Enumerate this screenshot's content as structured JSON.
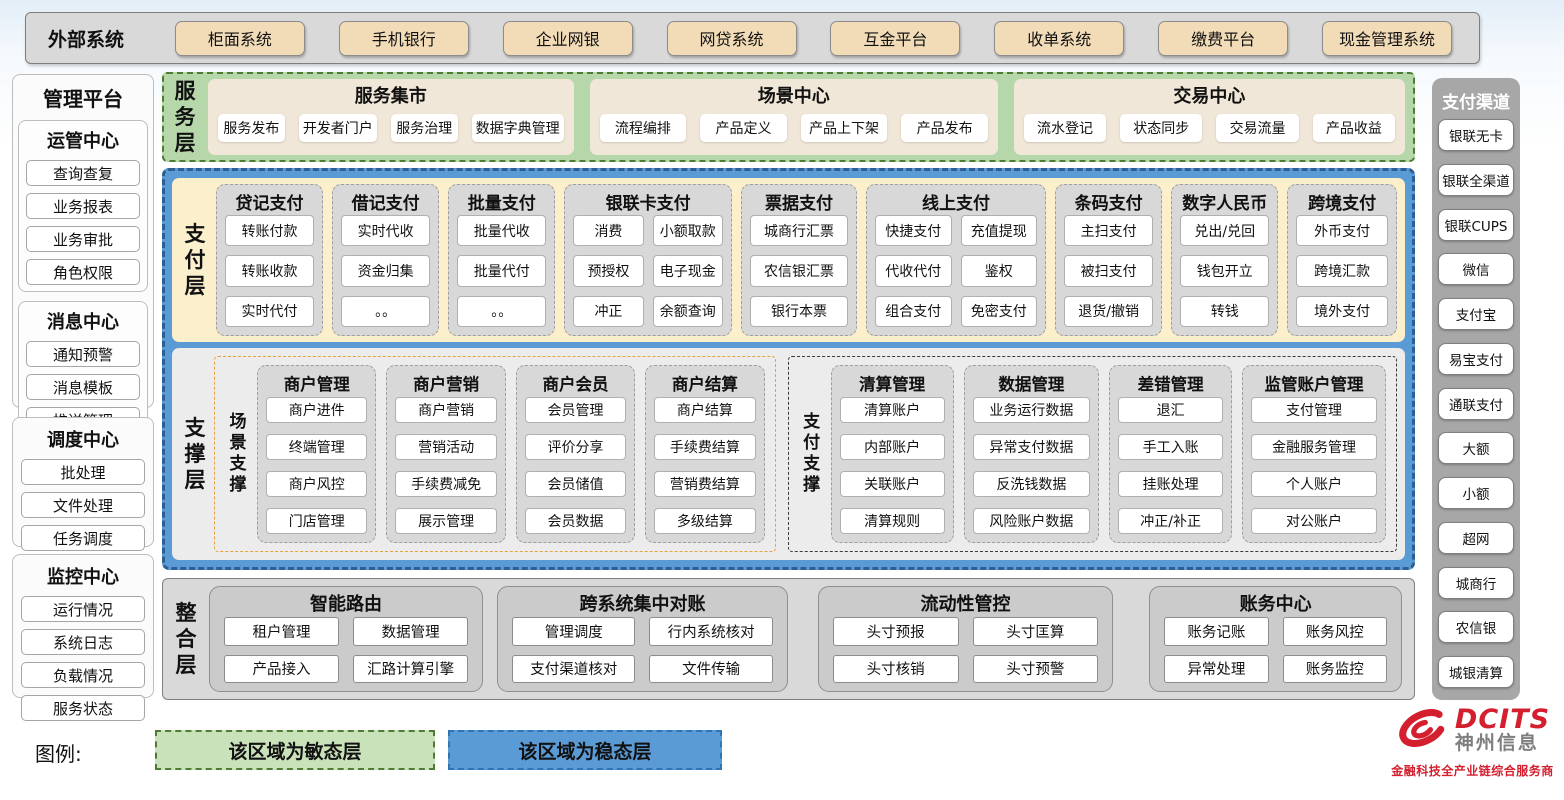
{
  "external": {
    "label": "外部系统",
    "items": [
      "柜面系统",
      "手机银行",
      "企业网银",
      "网贷系统",
      "互金平台",
      "收单系统",
      "缴费平台",
      "现金管理系统"
    ]
  },
  "management": {
    "title": "管理平台",
    "groups": [
      {
        "title": "运管中心",
        "items": [
          "查询查复",
          "业务报表",
          "业务审批",
          "角色权限"
        ]
      },
      {
        "title": "消息中心",
        "items": [
          "通知预警",
          "消息模板",
          "推送管理"
        ]
      },
      {
        "title": "调度中心",
        "items": [
          "批处理",
          "文件处理",
          "任务调度"
        ]
      },
      {
        "title": "监控中心",
        "items": [
          "运行情况",
          "系统日志",
          "负载情况",
          "服务状态"
        ]
      }
    ]
  },
  "service_layer": {
    "label": "服务层",
    "groups": [
      {
        "title": "服务集市",
        "items": [
          "服务发布",
          "开发者门户",
          "服务治理",
          "数据字典管理"
        ]
      },
      {
        "title": "场景中心",
        "items": [
          "流程编排",
          "产品定义",
          "产品上下架",
          "产品发布"
        ]
      },
      {
        "title": "交易中心",
        "items": [
          "流水登记",
          "状态同步",
          "交易流量",
          "产品收益"
        ]
      }
    ]
  },
  "payment_layer": {
    "label": "支付层",
    "columns": [
      {
        "title": "贷记支付",
        "cols": 1,
        "items": [
          "转账付款",
          "转账收款",
          "实时代付"
        ]
      },
      {
        "title": "借记支付",
        "cols": 1,
        "items": [
          "实时代收",
          "资金归集",
          "。。"
        ]
      },
      {
        "title": "批量支付",
        "cols": 1,
        "items": [
          "批量代收",
          "批量代付",
          "。。"
        ]
      },
      {
        "title": "银联卡支付",
        "cols": 2,
        "items": [
          "消费",
          "小额取款",
          "预授权",
          "电子现金",
          "冲正",
          "余额查询"
        ]
      },
      {
        "title": "票据支付",
        "cols": 1,
        "items": [
          "城商行汇票",
          "农信银汇票",
          "银行本票"
        ]
      },
      {
        "title": "线上支付",
        "cols": 2,
        "items": [
          "快捷支付",
          "充值提现",
          "代收代付",
          "鉴权",
          "组合支付",
          "免密支付"
        ]
      },
      {
        "title": "条码支付",
        "cols": 1,
        "items": [
          "主扫支付",
          "被扫支付",
          "退货/撤销"
        ]
      },
      {
        "title": "数字人民币",
        "cols": 1,
        "items": [
          "兑出/兑回",
          "钱包开立",
          "转钱"
        ]
      },
      {
        "title": "跨境支付",
        "cols": 1,
        "items": [
          "外币支付",
          "跨境汇款",
          "境外支付"
        ]
      }
    ]
  },
  "support_layer": {
    "label": "支撑层",
    "sections": [
      {
        "label": "场景支撑",
        "columns": [
          {
            "title": "商户管理",
            "items": [
              "商户进件",
              "终端管理",
              "商户风控",
              "门店管理"
            ]
          },
          {
            "title": "商户营销",
            "items": [
              "商户营销",
              "营销活动",
              "手续费减免",
              "展示管理"
            ]
          },
          {
            "title": "商户会员",
            "items": [
              "会员管理",
              "评价分享",
              "会员储值",
              "会员数据"
            ]
          },
          {
            "title": "商户结算",
            "items": [
              "商户结算",
              "手续费结算",
              "营销费结算",
              "多级结算"
            ]
          }
        ]
      },
      {
        "label": "支付支撑",
        "columns": [
          {
            "title": "清算管理",
            "items": [
              "清算账户",
              "内部账户",
              "关联账户",
              "清算规则"
            ]
          },
          {
            "title": "数据管理",
            "items": [
              "业务运行数据",
              "异常支付数据",
              "反洗钱数据",
              "风险账户数据"
            ]
          },
          {
            "title": "差错管理",
            "items": [
              "退汇",
              "手工入账",
              "挂账处理",
              "冲正/补正"
            ]
          },
          {
            "title": "监管账户管理",
            "items": [
              "支付管理",
              "金融服务管理",
              "个人账户",
              "对公账户"
            ]
          }
        ]
      }
    ]
  },
  "integration_layer": {
    "label": "整合层",
    "groups": [
      {
        "title": "智能路由",
        "items": [
          "租户管理",
          "数据管理",
          "产品接入",
          "汇路计算引擎"
        ]
      },
      {
        "title": "跨系统集中对账",
        "items": [
          "管理调度",
          "行内系统核对",
          "支付渠道核对",
          "文件传输"
        ]
      },
      {
        "title": "流动性管控",
        "items": [
          "头寸预报",
          "头寸匡算",
          "头寸核销",
          "头寸预警"
        ]
      },
      {
        "title": "账务中心",
        "items": [
          "账务记账",
          "账务风控",
          "异常处理",
          "账务监控"
        ]
      }
    ]
  },
  "channels": {
    "title": "支付渠道",
    "items": [
      "银联无卡",
      "银联全渠道",
      "银联CUPS",
      "微信",
      "支付宝",
      "易宝支付",
      "通联支付",
      "大额",
      "小额",
      "超网",
      "城商行",
      "农信银",
      "城银清算"
    ]
  },
  "legend": {
    "label": "图例:",
    "agile": "该区域为敏态层",
    "stable": "该区域为稳态层"
  },
  "logo": {
    "brand": "DCITS",
    "name": "神州信息",
    "slogan": "金融科技全产业链综合服务商"
  },
  "colors": {
    "agile_green": "#b6d7aa",
    "stable_blue": "#5b9bd5",
    "payment_yellow": "#fcefcc",
    "beige_button": "#f2dcb8",
    "panel_gray": "#d9d9d9",
    "brand_red": "#d31f2e"
  }
}
